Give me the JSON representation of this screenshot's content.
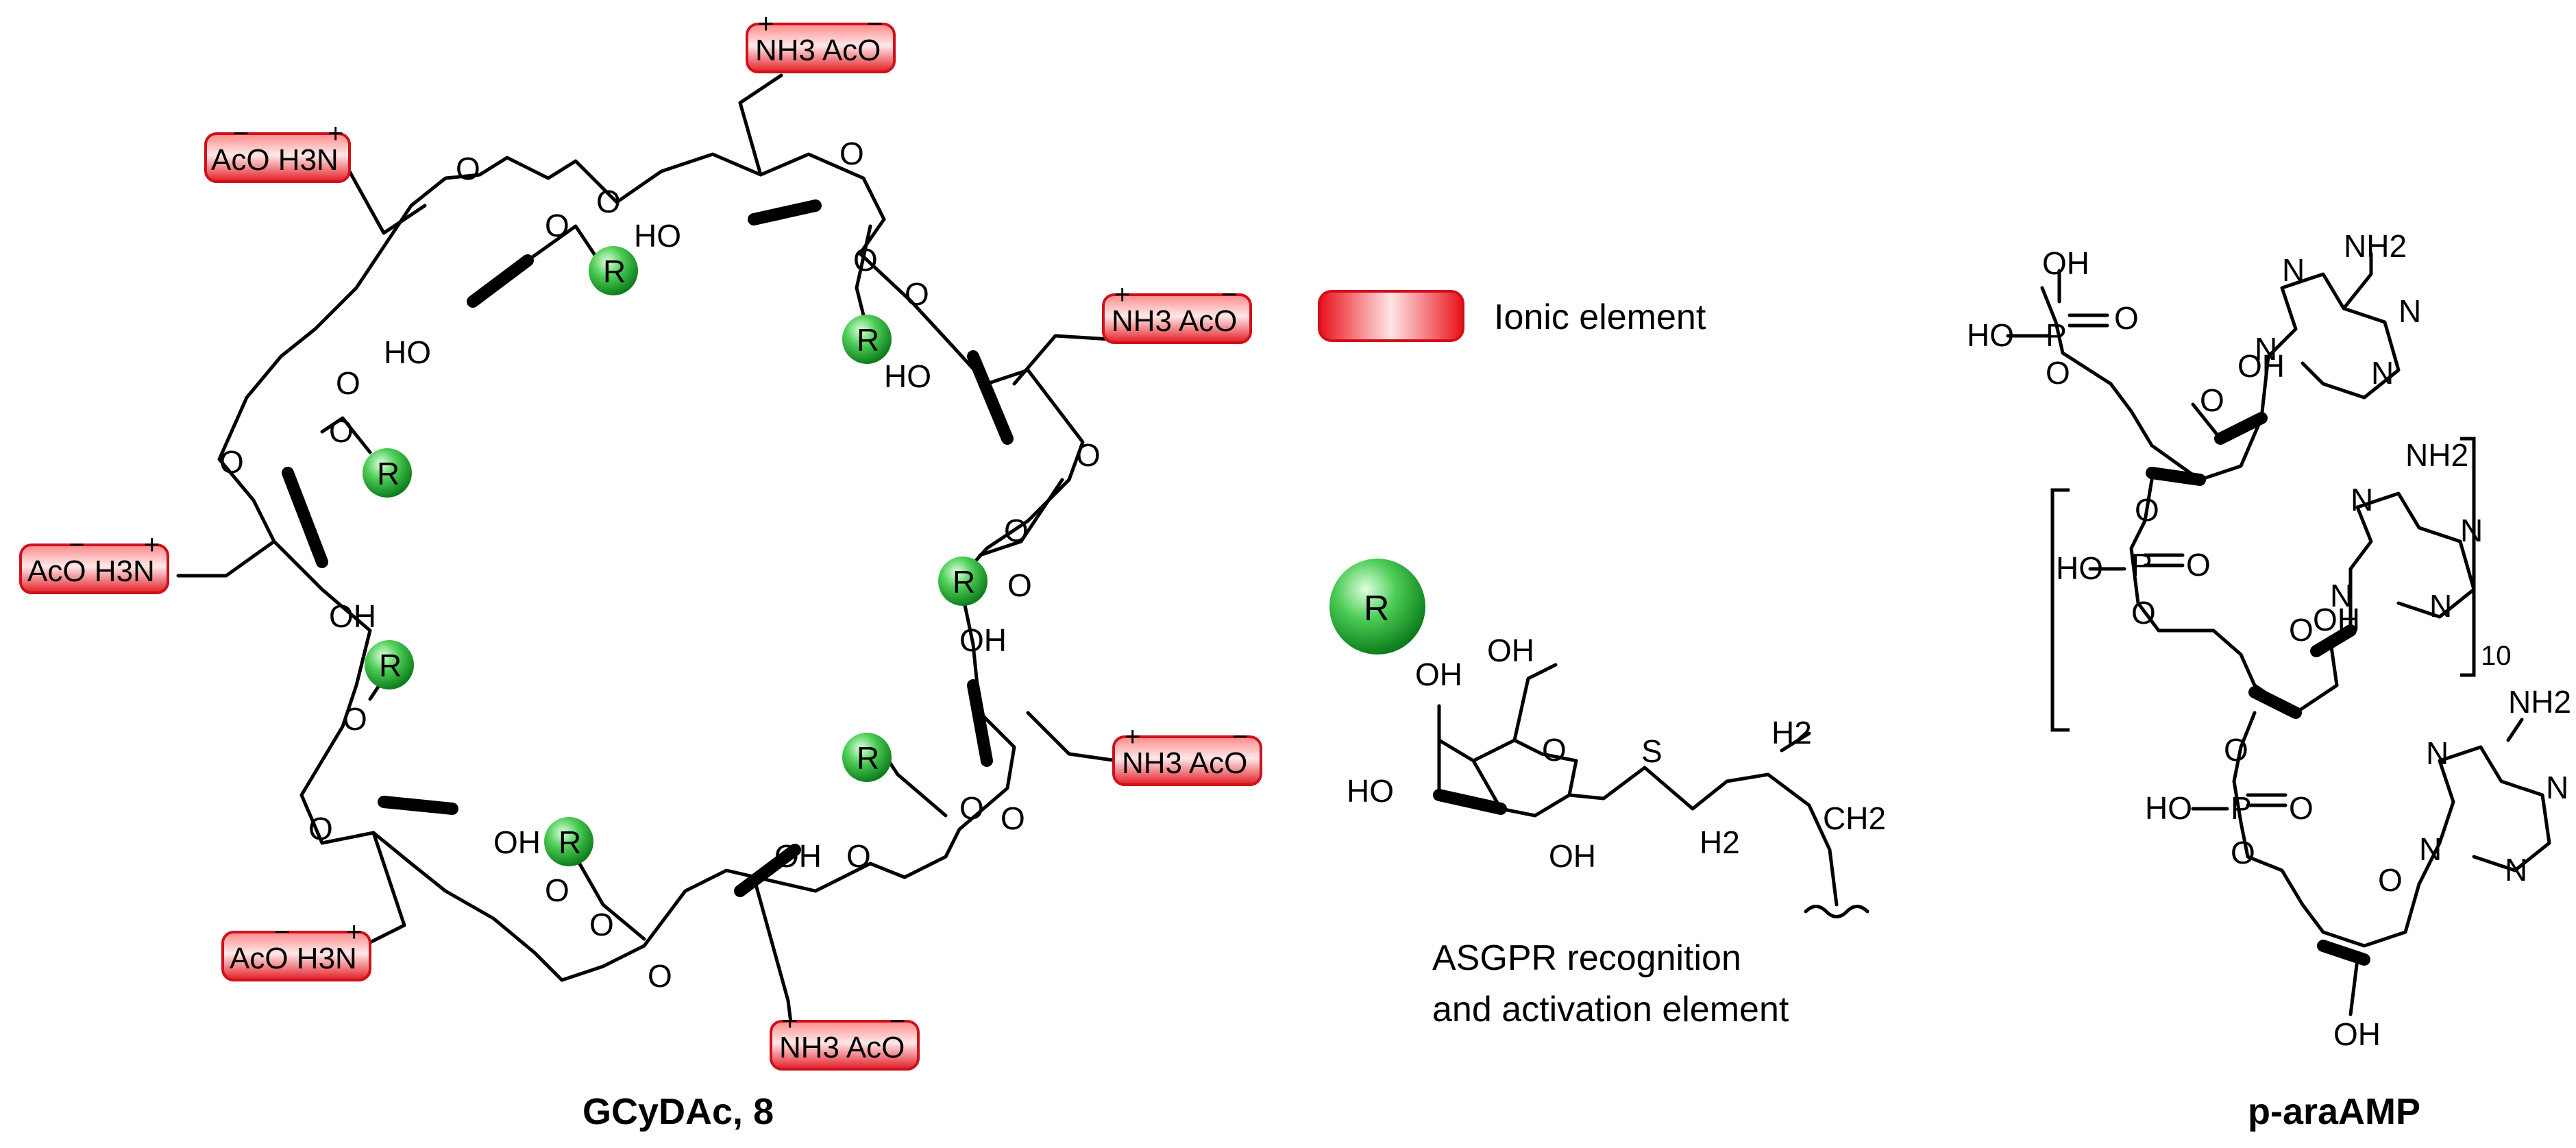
{
  "labels": {
    "gcydac": "GCyDAc, 8",
    "paraamp": "p-araAMP",
    "ionic_legend": "Ionic element",
    "asgpr_line1": "ASGPR      recognition",
    "asgpr_line2": "and activation element",
    "r_group": "R",
    "repeat": "10"
  },
  "ionic_tags": {
    "nh3_aco": "NH3 AcO",
    "aco_h3n": "AcO H3N"
  },
  "atoms": {
    "O": "O",
    "OH": "OH",
    "HO": "HO",
    "NH2": "NH2",
    "N": "N",
    "P": "P",
    "S": "S",
    "H2": "H2",
    "CH2": "CH2"
  },
  "colors": {
    "ionic_red": "#e8101a",
    "ionic_light": "#ffe0e0",
    "r_green": "#1a9a2a",
    "r_light": "#c8f0c8"
  }
}
